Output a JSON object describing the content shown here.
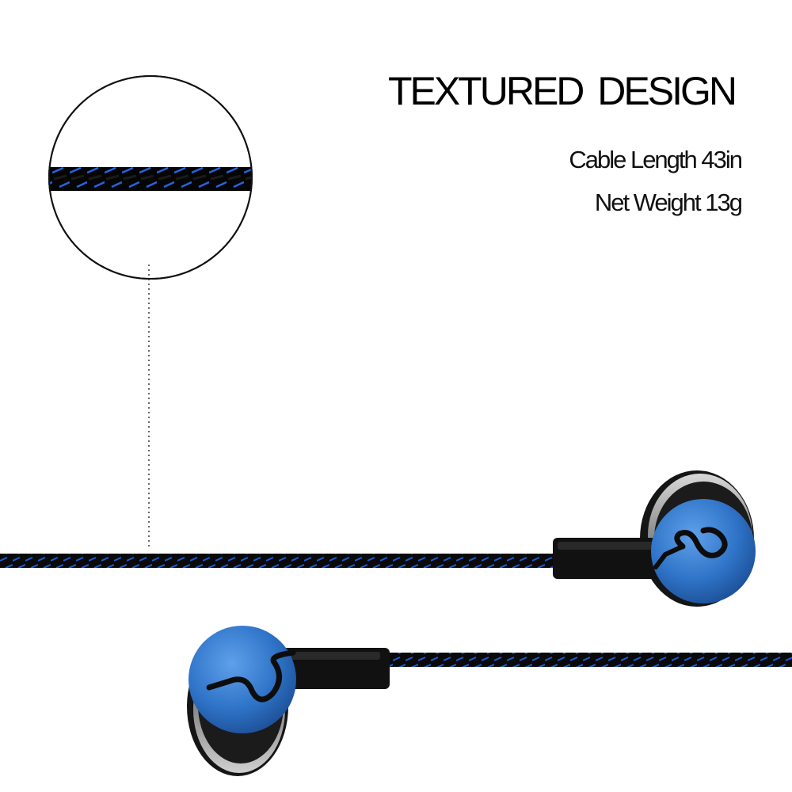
{
  "heading": "TEXTURED DESIGN",
  "specs": {
    "cable_length": "Cable Length 43in",
    "net_weight": "Net Weight 13g"
  },
  "colors": {
    "background": "#ffffff",
    "cable_black": "#0a0a0a",
    "cable_stripe": "#1e5bd6",
    "earbud_cap": "#2f74c8",
    "earbud_shell": "#151515",
    "earbud_ring": "#9a9a9a"
  },
  "icons": [
    "magnifier-circle",
    "earbud-left",
    "earbud-right",
    "braided-cable"
  ]
}
